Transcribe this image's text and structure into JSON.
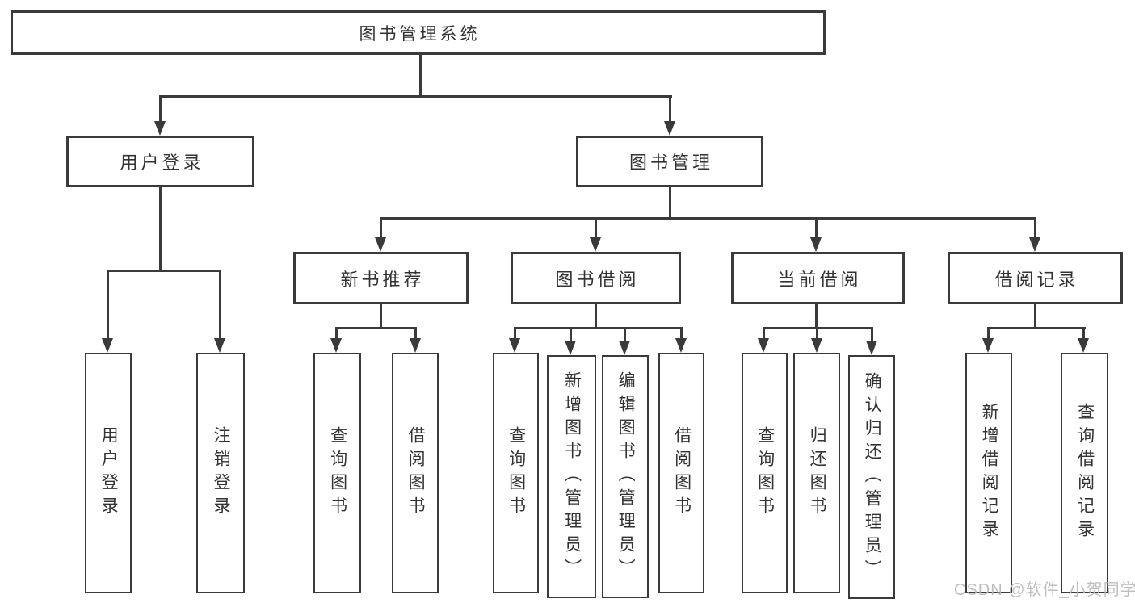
{
  "colors": {
    "line": "#3a3a3a",
    "text": "#333333",
    "watermark": "#b8b8b8",
    "bg": "#ffffff"
  },
  "watermark": {
    "text": "CSDN @软件_小贺同学"
  },
  "diagram": {
    "root": {
      "label": "图书管理系统"
    },
    "level2": [
      {
        "label": "用户登录"
      },
      {
        "label": "图书管理"
      }
    ],
    "level3": [
      {
        "label": "新书推荐"
      },
      {
        "label": "图书借阅"
      },
      {
        "label": "当前借阅"
      },
      {
        "label": "借阅记录"
      }
    ],
    "leaves": [
      {
        "label": "用户登录"
      },
      {
        "label": "注销登录"
      },
      {
        "label": "查询图书"
      },
      {
        "label": "借阅图书"
      },
      {
        "label": "查询图书"
      },
      {
        "label": "新增图书（管理员）"
      },
      {
        "label": "编辑图书（管理员）"
      },
      {
        "label": "借阅图书"
      },
      {
        "label": "查询图书"
      },
      {
        "label": "归还图书"
      },
      {
        "label": "确认归还（管理员）"
      },
      {
        "label": "新增借阅记录"
      },
      {
        "label": "查询借阅记录"
      }
    ]
  }
}
